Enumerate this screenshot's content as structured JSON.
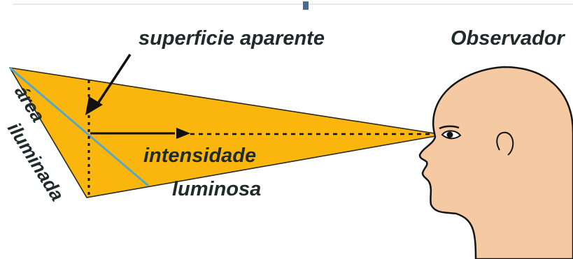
{
  "diagram": {
    "label_surface": "superficie aparente",
    "label_observer": "Observador",
    "label_area_line1": "área",
    "label_area_line2": "iluminada",
    "label_intensity_line1": "intensidade",
    "label_intensity_line2": "luminosa"
  },
  "colors": {
    "beam": "#fbb60d",
    "beam_edge": "#2a2a1e",
    "area_line": "#5aa7c4",
    "skin": "#f5c9a1",
    "skin_outline": "#151515",
    "arrow": "#111111",
    "top_rule": "#dfe3e6",
    "top_marker": "#4a6b8a"
  }
}
